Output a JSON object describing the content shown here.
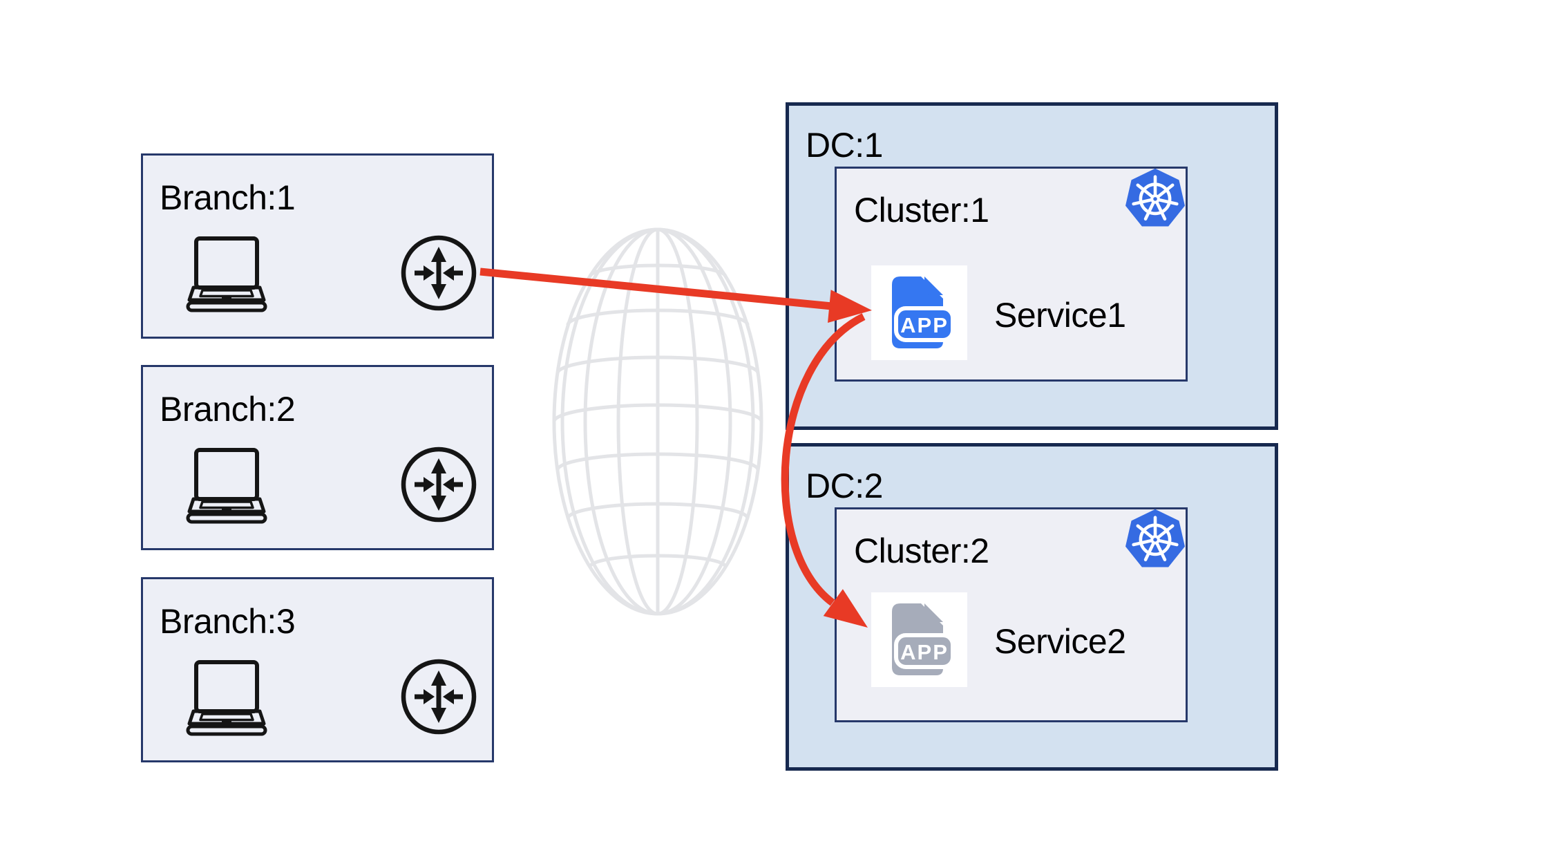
{
  "branches": [
    {
      "label": "Branch:1"
    },
    {
      "label": "Branch:2"
    },
    {
      "label": "Branch:3"
    }
  ],
  "datacenters": [
    {
      "label": "DC:1",
      "cluster": {
        "label": "Cluster:1",
        "service": {
          "label": "Service1",
          "badge": "APP",
          "icon_color": "#3577F1"
        }
      }
    },
    {
      "label": "DC:2",
      "cluster": {
        "label": "Cluster:2",
        "service": {
          "label": "Service2",
          "badge": "APP",
          "icon_color": "#A6ACBA"
        }
      }
    }
  ],
  "connections": [
    {
      "from": "Branch:1 router",
      "to": "Service1",
      "style": "straight red arrow"
    },
    {
      "from": "Service1",
      "to": "Service2",
      "style": "curved red arrow"
    }
  ],
  "icons": {
    "laptop": "laptop-icon",
    "router": "router-icon",
    "kubernetes": "kubernetes-icon",
    "app_file": "app-file-icon",
    "globe": "internet-globe"
  },
  "colors": {
    "arrow_red": "#E83A25",
    "kubernetes_blue": "#356BE2",
    "app_blue": "#3577F1",
    "app_gray": "#A6ACBA",
    "dc_fill": "#D3E1F0",
    "panel_fill": "#EDEFF6",
    "border_navy": "#26386A",
    "dc_border_navy": "#17294F",
    "globe_gray": "#E3E4E7"
  }
}
